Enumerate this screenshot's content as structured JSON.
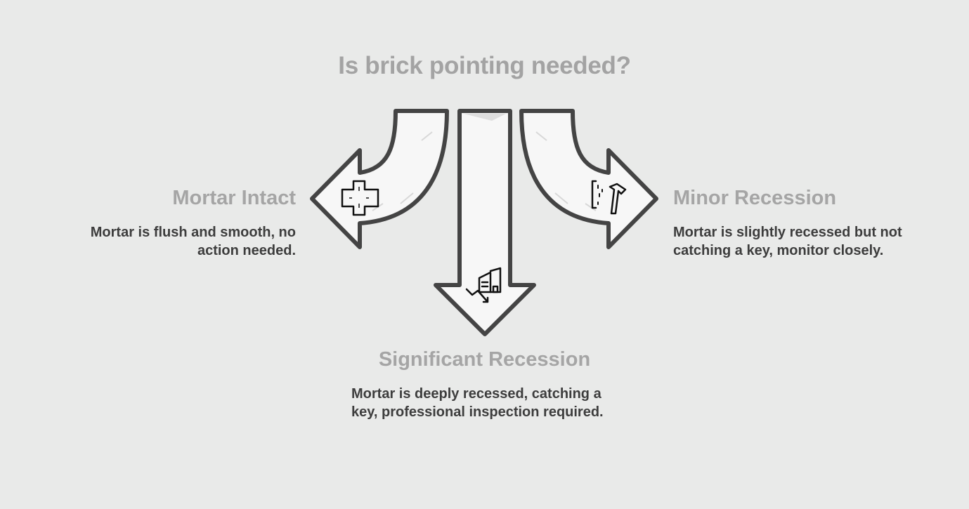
{
  "title": "Is brick pointing needed?",
  "options": {
    "left": {
      "heading": "Mortar Intact",
      "description": "Mortar is flush and smooth, no action needed.",
      "icon": "medical-cross-icon"
    },
    "right": {
      "heading": "Minor Recession",
      "description": "Mortar is slightly recessed but not catching a key, monitor closely.",
      "icon": "wall-hammer-icon"
    },
    "bottom": {
      "heading": "Significant Recession",
      "description": "Mortar is deeply recessed, catching a key, professional inspection required.",
      "icon": "building-decline-icon"
    }
  },
  "colors": {
    "background": "#e9eae9",
    "arrow_fill": "#f7f7f7",
    "arrow_stroke": "#444444",
    "heading": "#a5a5a5",
    "description": "#3d3d3d"
  }
}
